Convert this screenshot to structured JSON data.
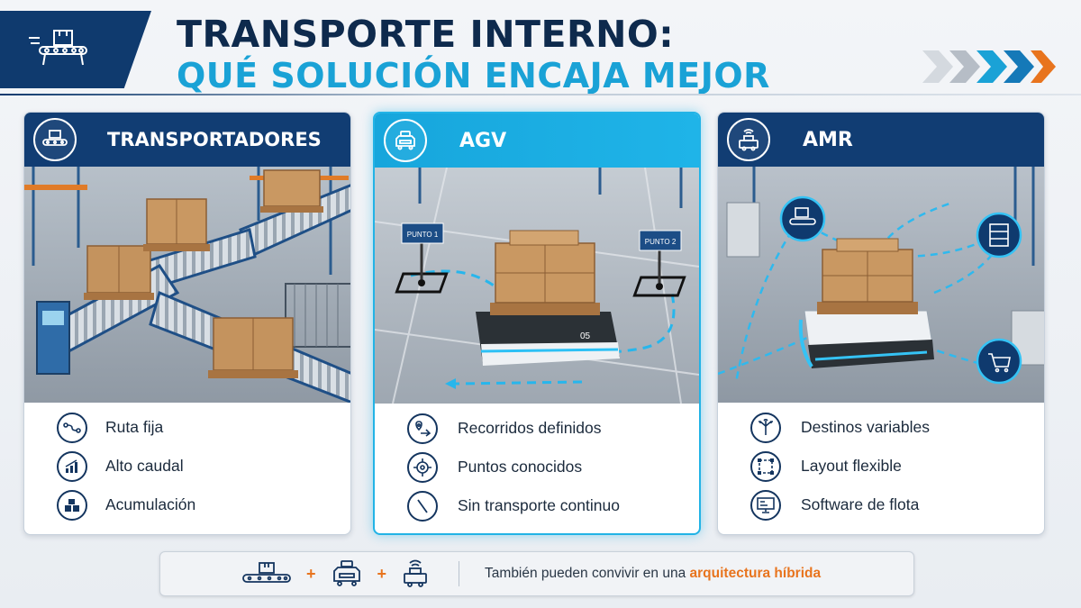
{
  "header": {
    "title_line1": "TRANSPORTE INTERNO:",
    "title_line2": "QUÉ SOLUCIÓN ENCAJA MEJOR"
  },
  "cards": [
    {
      "title": "TRANSPORTADORES",
      "head_icon": "conveyor-icon",
      "features": [
        {
          "label": "Ruta fija",
          "icon": "route-icon"
        },
        {
          "label": "Alto caudal",
          "icon": "bar-chart-icon"
        },
        {
          "label": "Acumulación",
          "icon": "stacked-boxes-icon"
        }
      ]
    },
    {
      "title": "AGV",
      "head_icon": "agv-vehicle-icon",
      "scene_labels": {
        "point1": "PUNTO 1",
        "point2": "PUNTO 2",
        "vehicle_id": "05"
      },
      "features": [
        {
          "label": "Recorridos definidos",
          "icon": "map-pin-route-icon"
        },
        {
          "label": "Puntos conocidos",
          "icon": "target-icon"
        },
        {
          "label": "Sin transporte continuo",
          "icon": "slash-line-icon"
        }
      ]
    },
    {
      "title": "AMR",
      "head_icon": "amr-robot-icon",
      "features": [
        {
          "label": "Destinos variables",
          "icon": "branching-arrows-icon"
        },
        {
          "label": "Layout flexible",
          "icon": "layout-frame-icon"
        },
        {
          "label": "Software de flota",
          "icon": "monitor-icon"
        }
      ]
    }
  ],
  "bottom_bar": {
    "text_prefix": "También pueden convivir en una",
    "text_highlight": "arquitectura híbrida"
  },
  "colors": {
    "navy": "#113d73",
    "cyan": "#1fb4e8",
    "orange": "#e8741e",
    "title_dark": "#0e2a4d",
    "title_cyan": "#1aa2d6"
  }
}
